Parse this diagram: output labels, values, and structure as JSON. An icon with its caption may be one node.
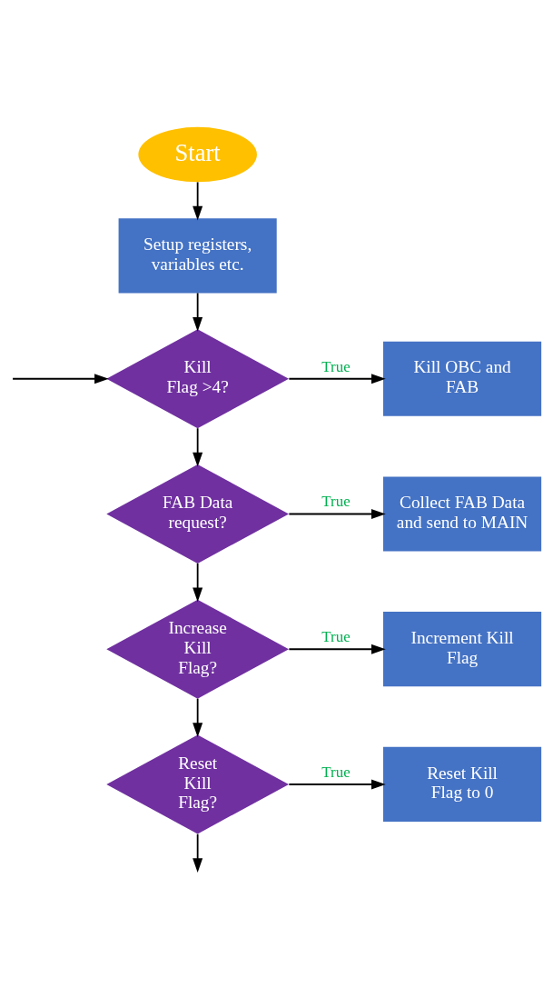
{
  "diagram": {
    "nodes": [
      {
        "text": [
          "Start"
        ]
      },
      {
        "text": [
          "Setup registers, variables etc."
        ]
      },
      {
        "text": [
          "Kill Flag >4?"
        ]
      },
      {
        "text": [
          "Kill OBC and FAB"
        ]
      },
      {
        "text": [
          "FAB Data request?"
        ]
      },
      {
        "text": [
          "Collect FAB Data and send to MAIN"
        ]
      },
      {
        "text": [
          "Increase Kill Flag?"
        ]
      },
      {
        "text": [
          "Increment Kill Flag"
        ]
      },
      {
        "text": [
          "Reset Kill Flag?"
        ]
      },
      {
        "text": [
          "Reset Kill Flag to 0"
        ]
      }
    ],
    "edges": [
      {
        "from": 0,
        "to": 1,
        "arrow": "to"
      },
      {
        "from": 1,
        "to": 2,
        "arrow": "to"
      },
      {
        "from": 2,
        "to": 3,
        "arrow": "to",
        "label": "True"
      },
      {
        "from": null,
        "to": 2,
        "arrow": "to"
      },
      {
        "from": 2,
        "to": 4,
        "arrow": "to"
      },
      {
        "from": 4,
        "to": 5,
        "arrow": "to",
        "label": "True"
      },
      {
        "from": 4,
        "to": 6,
        "arrow": "to"
      },
      {
        "from": 6,
        "to": 7,
        "arrow": "to",
        "label": "True"
      },
      {
        "from": 6,
        "to": 8,
        "arrow": "to"
      },
      {
        "from": 8,
        "to": 9,
        "arrow": "to",
        "label": "True"
      },
      {
        "from": 8,
        "to": null,
        "arrow": "to"
      }
    ]
  }
}
